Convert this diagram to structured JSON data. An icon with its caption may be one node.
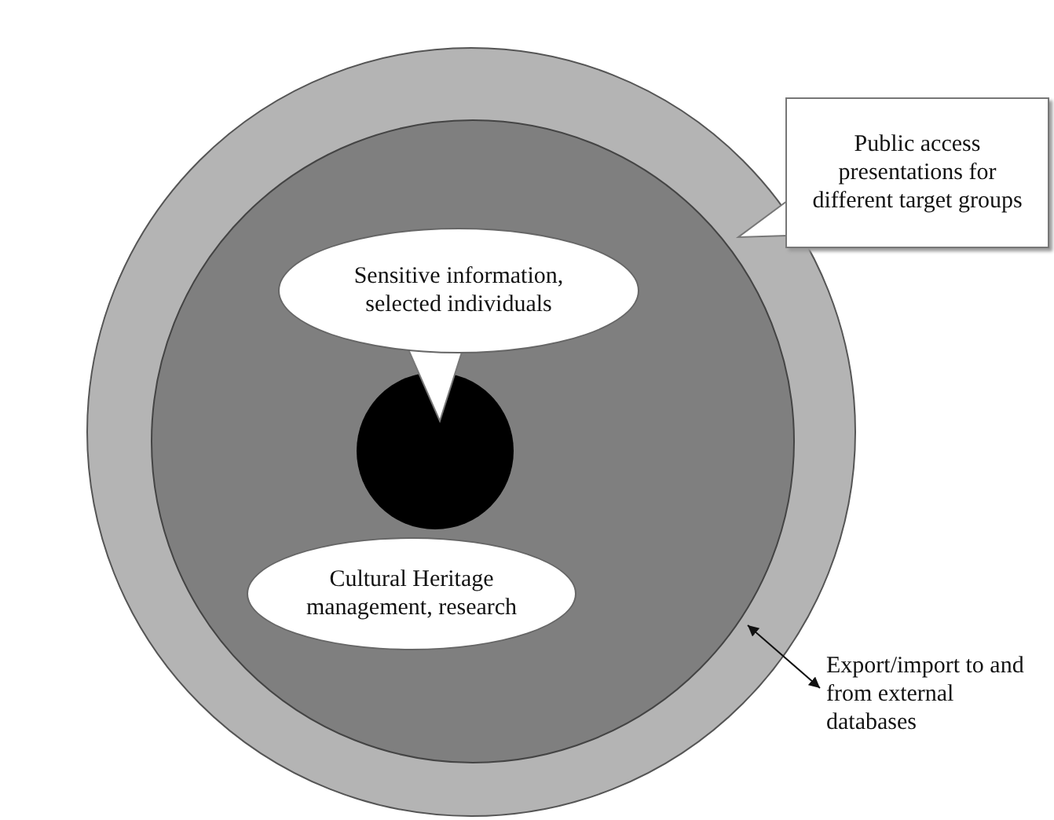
{
  "diagram": {
    "nodes": [
      {
        "text": [],
        "shape": "circle"
      },
      {
        "text": [],
        "shape": "circle",
        "in": 0
      },
      {
        "text": [],
        "shape": "circle",
        "in": 1
      },
      {
        "text": [
          "Public access presentations for different target groups"
        ]
      },
      {
        "text": [
          "Sensitive information, selected individuals"
        ],
        "in": 1
      },
      {
        "text": [
          "Cultural Heritage management, research"
        ],
        "in": 1
      },
      {
        "text": [
          "Export/import to and from external databases"
        ]
      }
    ],
    "edges": [
      {
        "from": 3,
        "to": 0,
        "arrow": "to"
      },
      {
        "from": 4,
        "to": 2,
        "arrow": "to"
      },
      {
        "from": 1,
        "to": 6,
        "arrow": "both",
        "color": "#111111"
      }
    ]
  }
}
